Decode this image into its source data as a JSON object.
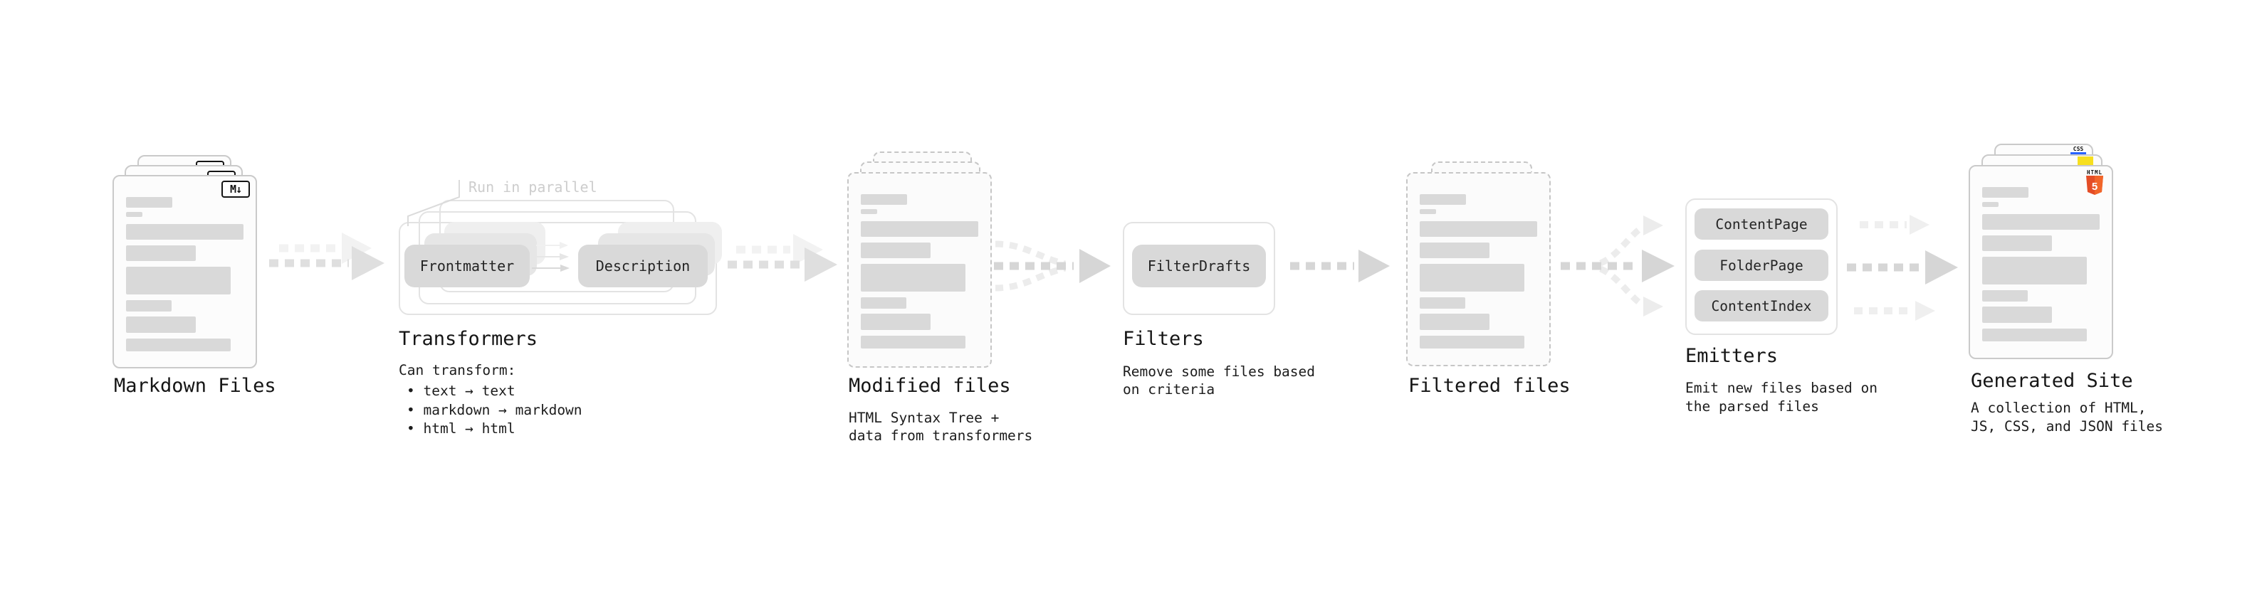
{
  "stages": {
    "markdown_files": {
      "title": "Markdown Files"
    },
    "transformers": {
      "title": "Transformers",
      "annotation": "Run in parallel",
      "pill_left": "Frontmatter",
      "pill_right": "Description",
      "subtitle": "Can transform:",
      "bullets": [
        "• text → text",
        "• markdown → markdown",
        "• html → html"
      ]
    },
    "modified_files": {
      "title": "Modified files",
      "caption1": "HTML Syntax Tree +",
      "caption2": "data from transformers"
    },
    "filters": {
      "title": "Filters",
      "pill": "FilterDrafts",
      "caption1": "Remove some files based",
      "caption2": "on criteria"
    },
    "filtered_files": {
      "title": "Filtered files"
    },
    "emitters": {
      "title": "Emitters",
      "pills": [
        "ContentPage",
        "FolderPage",
        "ContentIndex"
      ],
      "caption1": "Emit new files based on",
      "caption2": "the parsed files"
    },
    "generated_site": {
      "title": "Generated Site",
      "caption1": "A collection of HTML,",
      "caption2": "JS, CSS, and JSON files"
    }
  },
  "icons": {
    "markdown_badge": "M↓",
    "html5_wordmark": "HTML",
    "html5_glyph": "5",
    "css_wordmark": "CSS"
  },
  "colors": {
    "html5_orange": "#e44d26",
    "html5_orange_light": "#f16529",
    "js_yellow": "#f7df1e",
    "css_blue": "#2962ff",
    "arrow_dark": "#d6d6d6",
    "arrow_light": "#eeeeee",
    "pill_fill": "#d9d9d9",
    "bar_fill": "#d9d9d9",
    "annotation_gray": "#cdcdcd"
  }
}
